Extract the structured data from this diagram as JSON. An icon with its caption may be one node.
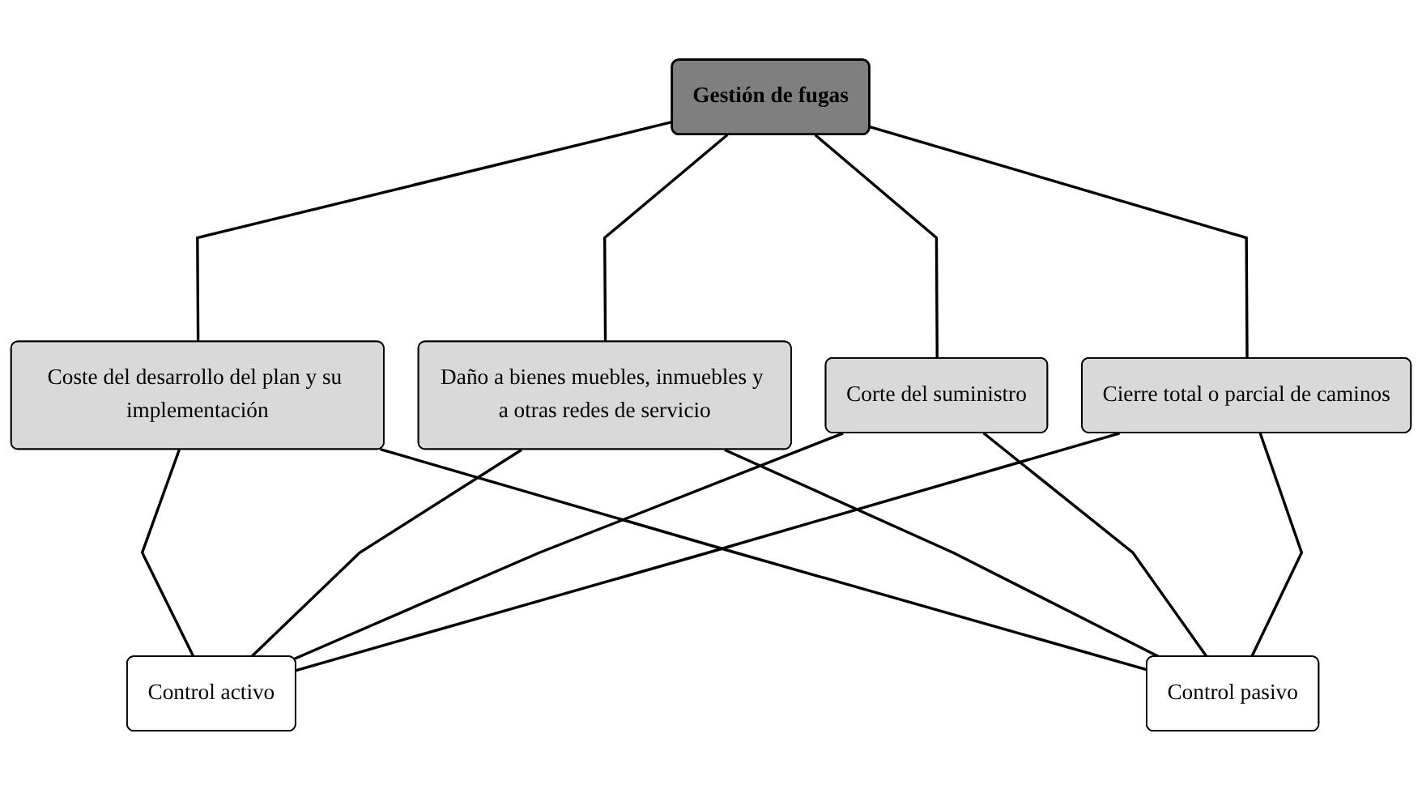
{
  "diagram": {
    "nodes": [
      {
        "text": [
          "Gestión de fugas"
        ]
      },
      {
        "text": [
          "Coste del desarrollo del plan y su implementación"
        ]
      },
      {
        "text": [
          "Daño a bienes muebles, inmuebles y a otras redes de servicio"
        ]
      },
      {
        "text": [
          "Corte del suministro"
        ]
      },
      {
        "text": [
          "Cierre total o parcial de caminos"
        ]
      },
      {
        "text": [
          "Control activo"
        ]
      },
      {
        "text": [
          "Control pasivo"
        ]
      }
    ],
    "edges": [
      {
        "from": 0,
        "to": 1,
        "arrow": "none"
      },
      {
        "from": 0,
        "to": 2,
        "arrow": "none"
      },
      {
        "from": 0,
        "to": 3,
        "arrow": "none"
      },
      {
        "from": 0,
        "to": 4,
        "arrow": "none"
      },
      {
        "from": 1,
        "to": 5,
        "arrow": "none"
      },
      {
        "from": 1,
        "to": 6,
        "arrow": "none"
      },
      {
        "from": 2,
        "to": 5,
        "arrow": "none"
      },
      {
        "from": 2,
        "to": 6,
        "arrow": "none"
      },
      {
        "from": 3,
        "to": 5,
        "arrow": "none"
      },
      {
        "from": 3,
        "to": 6,
        "arrow": "none"
      },
      {
        "from": 4,
        "to": 5,
        "arrow": "none"
      },
      {
        "from": 4,
        "to": 6,
        "arrow": "none"
      }
    ]
  }
}
